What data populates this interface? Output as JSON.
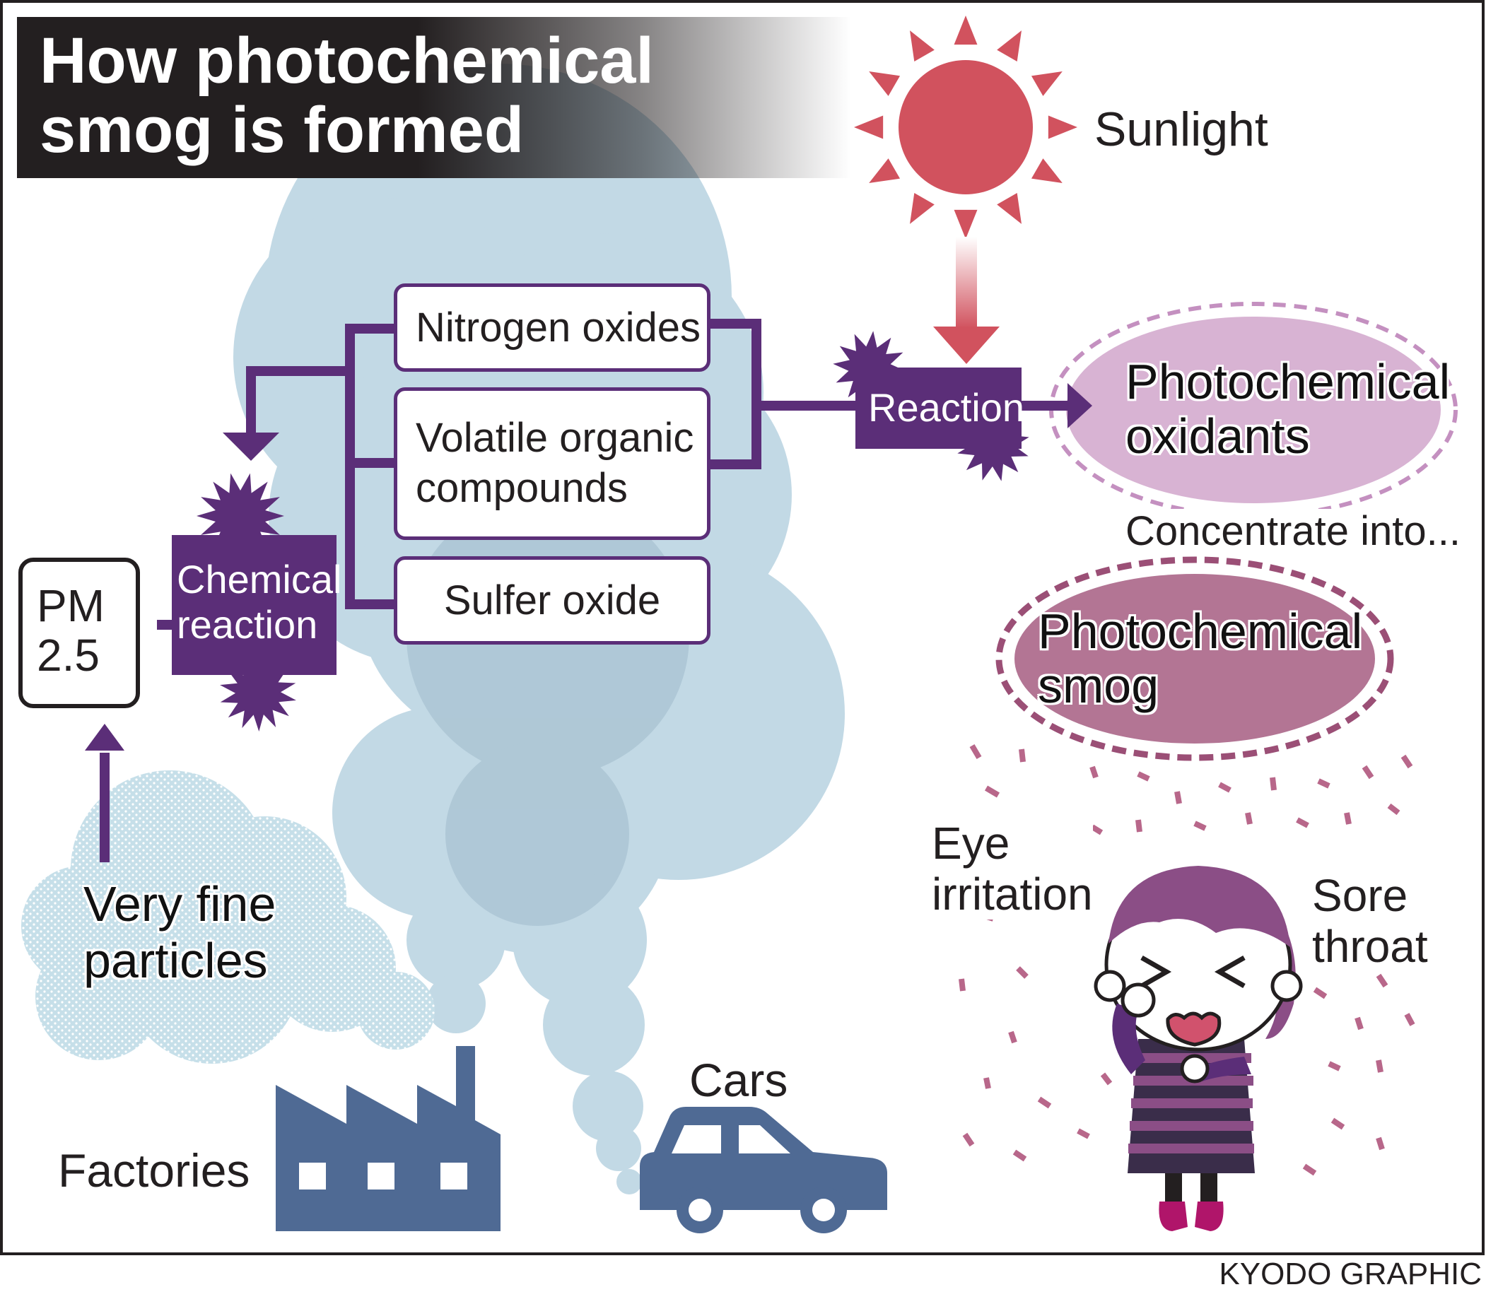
{
  "title": "How photochemical\nsmog is formed",
  "credit": "KYODO GRAPHIC",
  "sources": {
    "factories": "Factories",
    "cars": "Cars",
    "fine_particles": "Very fine\nparticles"
  },
  "pollutants": {
    "nitrogen_oxides": "Nitrogen oxides",
    "voc": "Volatile organic\ncompounds",
    "sulfur_oxide": "Sulfer oxide"
  },
  "processes": {
    "chemical_reaction": "Chemical\nreaction",
    "reaction": "Reaction"
  },
  "pm25": "PM\n2.5",
  "sunlight": "Sunlight",
  "oxidants": "Photochemical\noxidants",
  "concentrate": "Concentrate into...",
  "smog": "Photochemical\nsmog",
  "effects": {
    "eye": "Eye\nirritation",
    "throat": "Sore\nthroat"
  },
  "colors": {
    "violet": "#5b2e78",
    "sun": "#d1525e",
    "smoke": "#c2d9e5",
    "factory": "#4f6a94",
    "oxidant_oval": "#d8b3d3",
    "smog_oval": "#b37594"
  }
}
